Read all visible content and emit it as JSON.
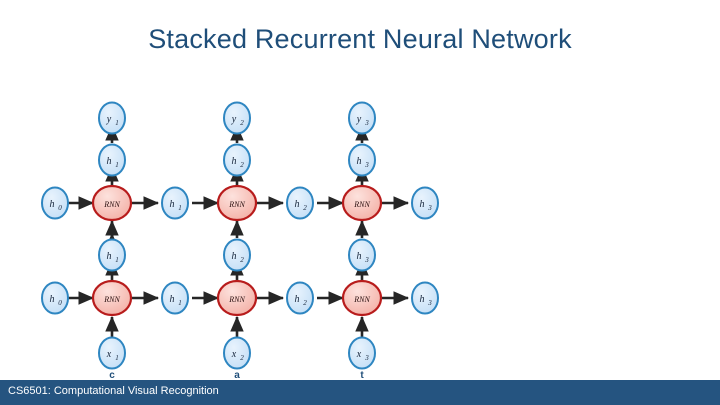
{
  "slide": {
    "title": "Stacked Recurrent Neural Network",
    "title_color": "#1f4e79",
    "background": "#ffffff"
  },
  "footer": {
    "text": "CS6501: Computational Visual Recognition",
    "bar_color": "#255480",
    "text_color": "#ffffff"
  },
  "palette": {
    "state_node_fill": "#cfe4f7",
    "state_node_stroke": "#2e86c1",
    "cell_fill": "#f6bcb4",
    "cell_stroke": "#b81c1c",
    "arrow_color": "#262626",
    "token_color": "#1f4e79"
  },
  "diagram": {
    "type": "stacked-rnn-unrolled",
    "layers": 2,
    "timesteps": 3,
    "input_sequence": [
      "c",
      "a",
      "t"
    ],
    "columns": [
      {
        "timestep": 1,
        "token": "c",
        "input_node": {
          "base": "x",
          "sub": "1"
        },
        "layer1_cell": "RNN",
        "layer1_prev_state": {
          "base": "h",
          "sub": "0"
        },
        "layer1_next_state": {
          "base": "h",
          "sub": "1"
        },
        "layer1_up_state": {
          "base": "h",
          "sub": "1"
        },
        "layer2_cell": "RNN",
        "layer2_prev_state": {
          "base": "h",
          "sub": "0"
        },
        "layer2_next_state": {
          "base": "h",
          "sub": "1"
        },
        "layer2_up_state": {
          "base": "h",
          "sub": "1"
        },
        "output_node": {
          "base": "y",
          "sub": "1"
        }
      },
      {
        "timestep": 2,
        "token": "a",
        "input_node": {
          "base": "x",
          "sub": "2"
        },
        "layer1_cell": "RNN",
        "layer1_prev_state": {
          "base": "h",
          "sub": "1"
        },
        "layer1_next_state": {
          "base": "h",
          "sub": "2"
        },
        "layer1_up_state": {
          "base": "h",
          "sub": "2"
        },
        "layer2_cell": "RNN",
        "layer2_prev_state": {
          "base": "h",
          "sub": "1"
        },
        "layer2_next_state": {
          "base": "h",
          "sub": "2"
        },
        "layer2_up_state": {
          "base": "h",
          "sub": "2"
        },
        "output_node": {
          "base": "y",
          "sub": "2"
        }
      },
      {
        "timestep": 3,
        "token": "t",
        "input_node": {
          "base": "x",
          "sub": "3"
        },
        "layer1_cell": "RNN",
        "layer1_prev_state": {
          "base": "h",
          "sub": "2"
        },
        "layer1_next_state": {
          "base": "h",
          "sub": "3"
        },
        "layer1_up_state": {
          "base": "h",
          "sub": "3"
        },
        "layer2_cell": "RNN",
        "layer2_prev_state": {
          "base": "h",
          "sub": "2"
        },
        "layer2_next_state": {
          "base": "h",
          "sub": "3"
        },
        "layer2_up_state": {
          "base": "h",
          "sub": "3"
        },
        "output_node": {
          "base": "y",
          "sub": "3"
        }
      }
    ],
    "rows": {
      "output_y": "y",
      "upper_state_h": "h",
      "upper_cell": "RNN",
      "lower_state_h": "h",
      "lower_cell": "RNN",
      "input_x": "x"
    }
  }
}
